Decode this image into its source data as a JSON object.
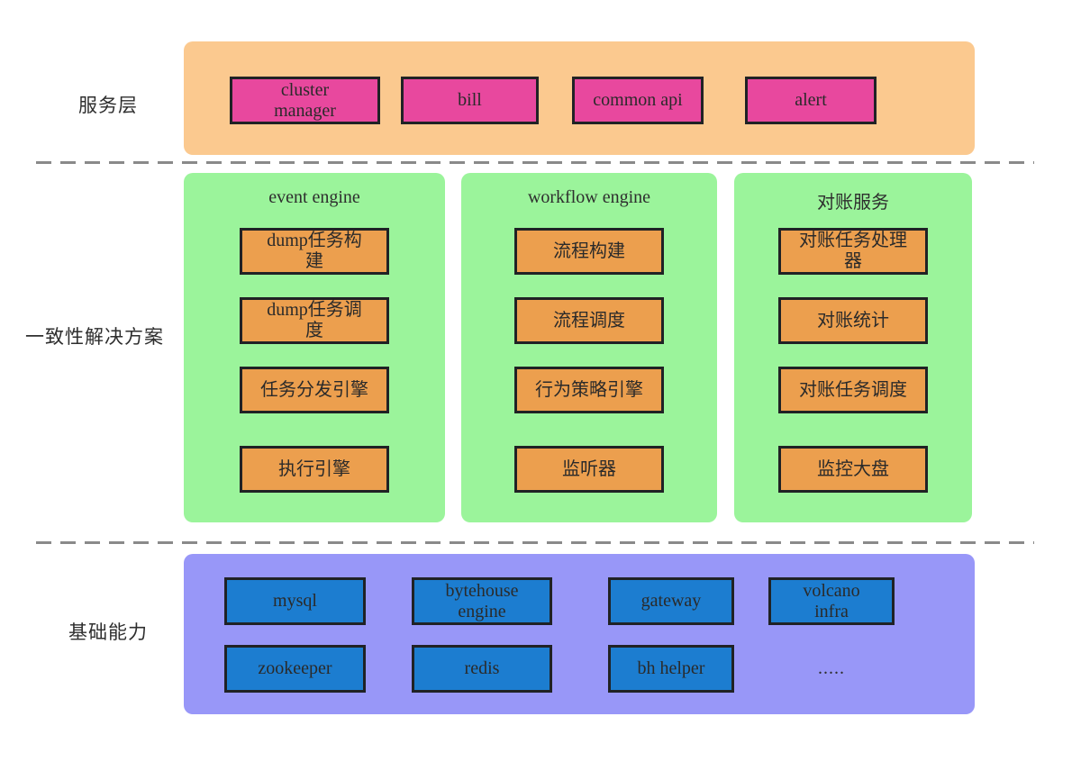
{
  "layers": {
    "service": {
      "label": "服务层",
      "boxes": [
        "cluster\nmanager",
        "bill",
        "common api",
        "alert"
      ]
    },
    "consistency": {
      "label": "一致性解决方案",
      "columns": [
        {
          "title": "event engine",
          "boxes": [
            "dump任务构\n建",
            "dump任务调\n度",
            "任务分发引擎",
            "执行引擎"
          ]
        },
        {
          "title": "workflow engine",
          "boxes": [
            "流程构建",
            "流程调度",
            "行为策略引擎",
            "监听器"
          ]
        },
        {
          "title": "对账服务",
          "boxes": [
            "对账任务处理\n器",
            "对账统计",
            "对账任务调度",
            "监控大盘"
          ]
        }
      ]
    },
    "foundation": {
      "label": "基础能力",
      "row1": [
        "mysql",
        "bytehouse\nengine",
        "gateway",
        "volcano\ninfra"
      ],
      "row2": [
        "zookeeper",
        "redis",
        "bh helper"
      ],
      "more": "....."
    }
  },
  "colors": {
    "service_container": "#fbc98f",
    "service_box": "#e8489e",
    "consistency_container": "#9bf49b",
    "consistency_box": "#ec9f4e",
    "foundation_container": "#9897f8",
    "foundation_box": "#1c7dd0",
    "box_border": "#202225",
    "divider": "#8a8a8a",
    "text": "#2a2a2a"
  }
}
